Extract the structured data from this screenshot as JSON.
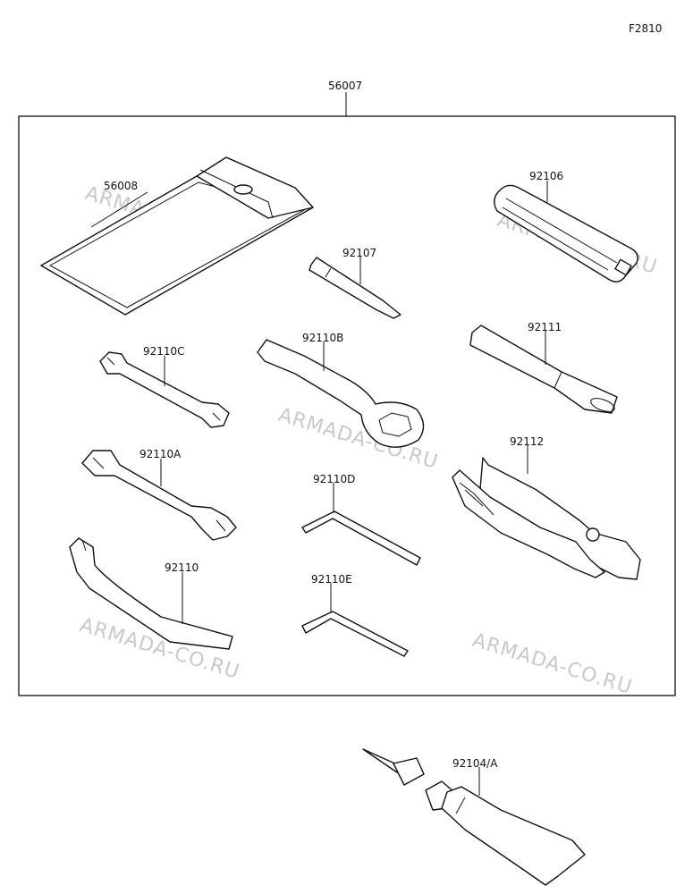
{
  "figure_code": "F2810",
  "watermark": "ARMADA-CO.RU",
  "parts": {
    "kit": "56007",
    "bag": "56008",
    "driver_handle": "92106",
    "screwdriver_bit": "92107",
    "wrench_c": "92110C",
    "ring_wrench_b": "92110B",
    "extension_bar": "92111",
    "wrench_a": "92110A",
    "hex_key_d": "92110D",
    "pliers": "92112",
    "hook_wrench": "92110",
    "hex_key_e": "92110E",
    "grease_tube": "92104/A"
  }
}
